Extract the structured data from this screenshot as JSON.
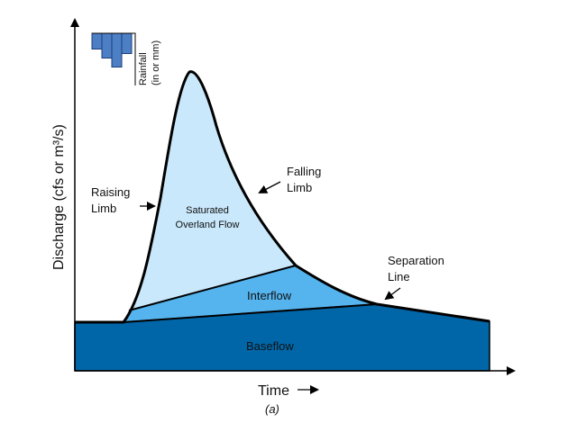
{
  "colors": {
    "baseflow": "#0066a8",
    "interflow": "#55b4ee",
    "overland": "#c9e8fb",
    "rainfall": "#4d7fc4",
    "outline": "#000000",
    "axis": "#000000"
  },
  "axes": {
    "y_label": "Discharge (cfs or m³/s)",
    "x_label": "Time"
  },
  "caption": "(a)",
  "rainfall": {
    "label_line1": "Rainfall",
    "label_line2": "(in or mm)",
    "bars": [
      0.35,
      0.55,
      0.75,
      0.45
    ]
  },
  "regions": {
    "overland_line1": "Saturated",
    "overland_line2": "Overland Flow",
    "interflow": "Interflow",
    "baseflow": "Baseflow"
  },
  "annotations": {
    "rising_line1": "Raising",
    "rising_line2": "Limb",
    "falling_line1": "Falling",
    "falling_line2": "Limb",
    "separation_line1": "Separation",
    "separation_line2": "Line"
  }
}
